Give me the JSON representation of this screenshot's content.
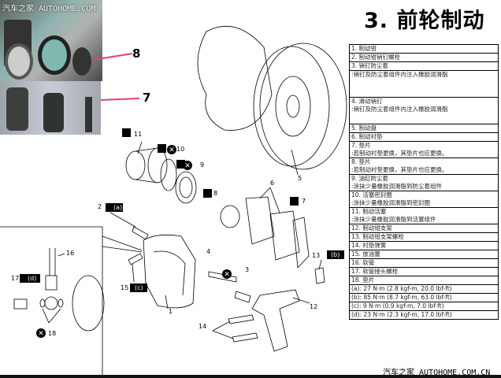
{
  "title": "3. 前轮制动",
  "watermark_top": "汽车之家 AUTOHOME.COM",
  "watermark_bottom": "汽车之家 AUTOHOME.COM.CN",
  "photo_callouts": [
    "8",
    "7"
  ],
  "legend": [
    {
      "text": "1. 制动钳",
      "h": "n"
    },
    {
      "text": "2. 制动钳销钉螺栓",
      "h": "n"
    },
    {
      "text": "3. 销钉防尘套",
      "h": "n"
    },
    {
      "text": ":销钉及防尘套组件内注入橡胶润滑脂",
      "h": "t"
    },
    {
      "text": "4. 滑动销钉",
      "note": ":销钉及防尘套组件内注入橡胶润滑脂",
      "h": "t"
    },
    {
      "text": "5. 制动盘",
      "h": "n"
    },
    {
      "text": "6. 制动衬垫",
      "h": "n"
    },
    {
      "text": "7. 垫片",
      "note": ":若制动衬垫更换，其垫片也应更换。",
      "h": "m"
    },
    {
      "text": "8. 垫片",
      "note": ":若制动衬垫更换，其垫片也应更换。",
      "h": "m"
    },
    {
      "text": "9. 油缸防尘套",
      "note": ":涂抹少量橡胶润滑脂到防尘套组件",
      "h": "m"
    },
    {
      "text": "10. 活塞密封圈",
      "note": ":涂抹少量橡胶润滑脂到密封圈",
      "h": "m"
    },
    {
      "text": "11. 制动活塞",
      "note": ":涂抹少量橡胶润滑脂到活塞组件",
      "h": "m"
    },
    {
      "text": "12. 制动钳支架",
      "h": "n"
    },
    {
      "text": "13. 制动钳支架螺栓",
      "h": "n"
    },
    {
      "text": "14. 衬垫弹簧",
      "h": "n"
    },
    {
      "text": "15. 放油塞",
      "h": "n"
    },
    {
      "text": "16. 软管",
      "h": "n"
    },
    {
      "text": "17. 软管接头螺栓",
      "h": "n"
    },
    {
      "text": "18. 垫片",
      "h": "n"
    },
    {
      "text": "(a): 27 N·m (2.8 kgf-m, 20.0 lbf-ft)",
      "h": "n"
    },
    {
      "text": "(b): 85 N·m (8.7 kgf-m, 63.0 lbf-ft)",
      "h": "n"
    },
    {
      "text": "(c): 9 N·m (0.9 kgf-m, 7.0 lbf-ft)",
      "h": "n"
    },
    {
      "text": "(d): 23 N·m (2.3 kgf-m, 17.0 lbf-ft)",
      "h": "n"
    }
  ],
  "callouts": [
    {
      "n": "1"
    },
    {
      "n": "2",
      "torque": "(a)"
    },
    {
      "n": "3"
    },
    {
      "n": "4"
    },
    {
      "n": "5"
    },
    {
      "n": "6"
    },
    {
      "n": "7"
    },
    {
      "n": "8"
    },
    {
      "n": "9"
    },
    {
      "n": "10"
    },
    {
      "n": "11"
    },
    {
      "n": "12"
    },
    {
      "n": "13",
      "torque": "(b)"
    },
    {
      "n": "14"
    },
    {
      "n": "15",
      "torque": "(c)"
    },
    {
      "n": "16"
    },
    {
      "n": "17",
      "torque": "(d)"
    },
    {
      "n": "18"
    }
  ],
  "accent_color": "#e0407f"
}
